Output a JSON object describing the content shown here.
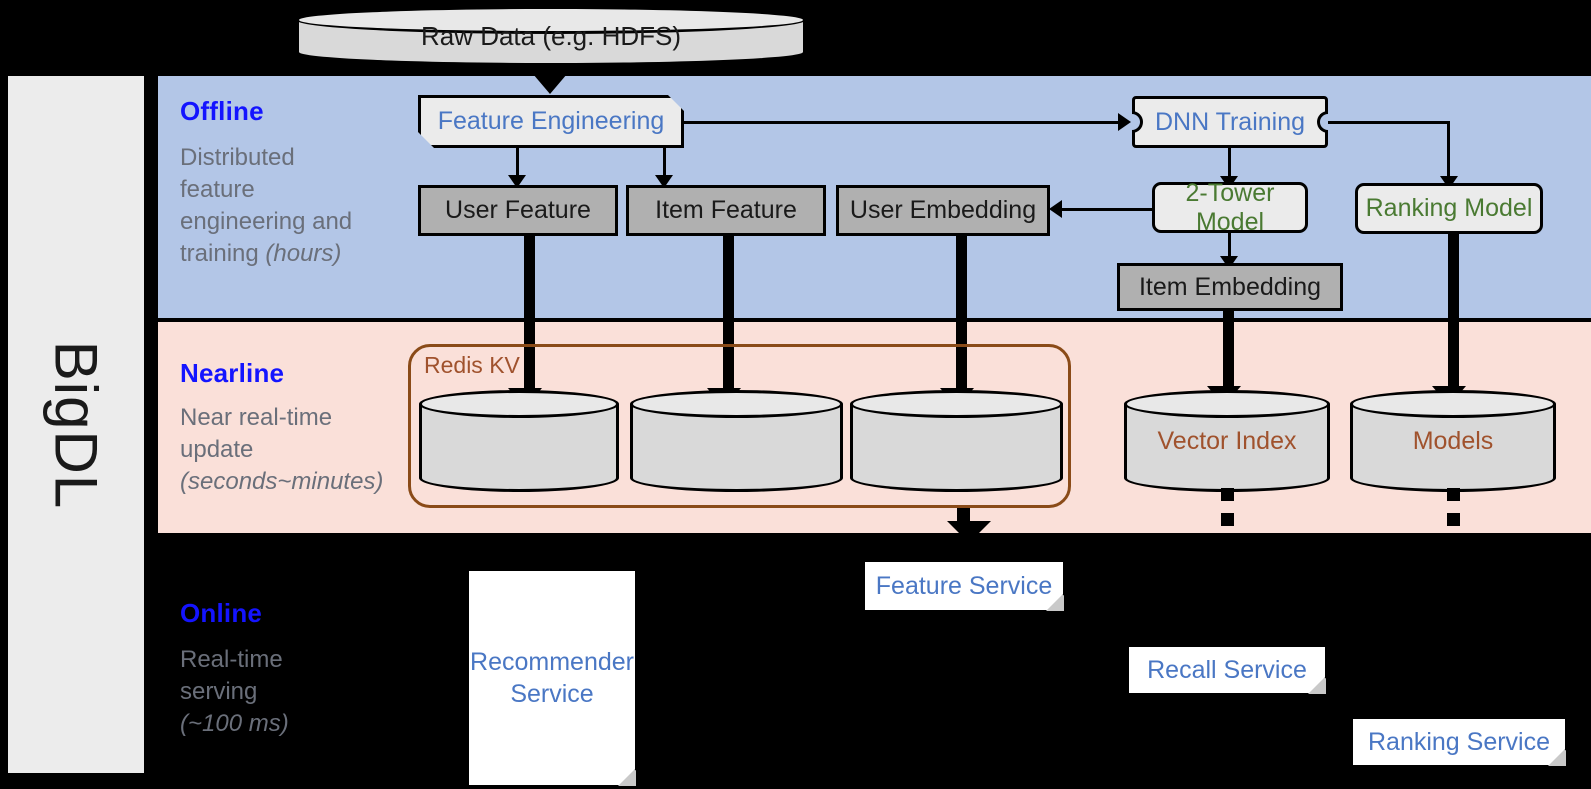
{
  "rail": {
    "label": "BigDL"
  },
  "source": {
    "label": "Raw Data (e.g. HDFS)"
  },
  "bands": {
    "offline": {
      "title": "Offline",
      "subtitle": "Distributed feature engineering and training (hours)",
      "sub_line1": "Distributed",
      "sub_line2": "feature",
      "sub_line3": "engineering and",
      "sub_line4": "training ",
      "sub_italic": "(hours)"
    },
    "nearline": {
      "title": "Nearline",
      "subtitle": "Near real-time update (seconds~minutes)",
      "sub_line1": "Near real-time",
      "sub_line2": "update",
      "sub_italic": "(seconds~minutes)"
    },
    "online": {
      "title": "Online",
      "subtitle": "Real-time serving (~100 ms)",
      "sub_line1": "Real-time",
      "sub_line2": "serving",
      "sub_italic": "(~100 ms)"
    }
  },
  "offline_nodes": {
    "feature_engineering": "Feature Engineering",
    "dnn_training": "DNN Training",
    "user_feature": "User Feature",
    "item_feature": "Item Feature",
    "user_embedding": "User Embedding",
    "two_tower_model": "2-Tower Model",
    "ranking_model": "Ranking Model",
    "item_embedding": "Item Embedding"
  },
  "nearline_nodes": {
    "redis_group": "Redis KV",
    "store_user_feature": "",
    "store_item_feature": "",
    "store_user_embedding": "",
    "vector_index": "Vector Index",
    "models": "Models"
  },
  "online_nodes": {
    "recommender_service": "Recommender Service",
    "recommender_service_l1": "Recommender",
    "recommender_service_l2": "Service",
    "feature_service": "Feature Service",
    "recall_service": "Recall Service",
    "ranking_service": "Ranking Service"
  },
  "colors": {
    "offline_band": "#b3c6e7",
    "nearline_band": "#fae0d9",
    "online_band": "#000000",
    "band_title": "#1414ff",
    "band_subtitle": "#6a6f7a",
    "process_text": "#4a77c4",
    "model_text": "#4a7a32",
    "store_text": "#a0522d",
    "grey_node": "#b0b0b0",
    "rail_bg": "#ececec"
  }
}
